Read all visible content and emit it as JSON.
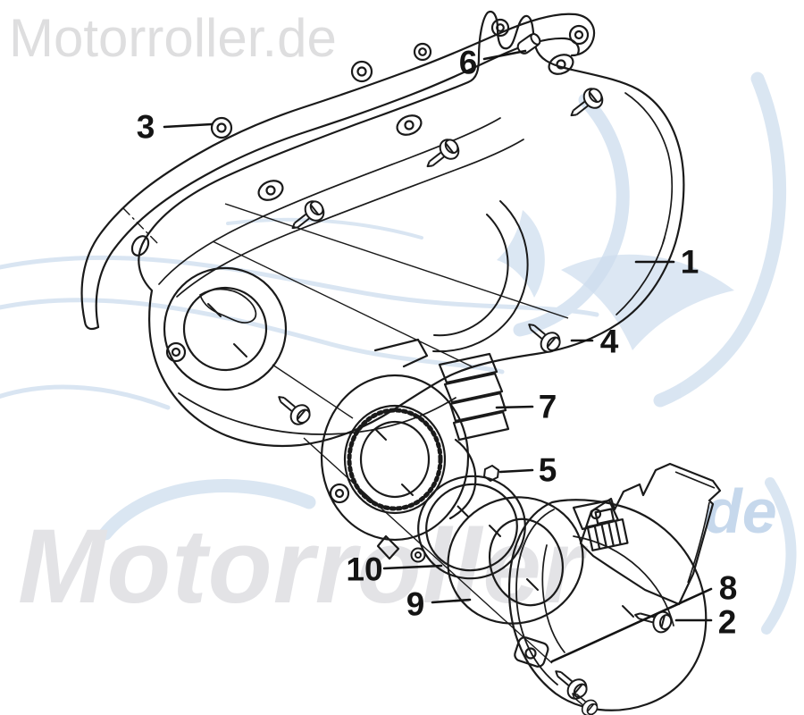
{
  "watermarks": {
    "top_left": "Motorroller.de",
    "bottom_main": "Motorroller",
    "bottom_suffix": "de"
  },
  "colors": {
    "ink": "#1a1a1a",
    "watermark_gray": "#e3e3e6",
    "watermark_blue": "#c7d9ec",
    "background": "#ffffff"
  },
  "callouts": [
    {
      "label": "3"
    },
    {
      "label": "6"
    },
    {
      "label": "1"
    },
    {
      "label": "4"
    },
    {
      "label": "7"
    },
    {
      "label": "5"
    },
    {
      "label": "10"
    },
    {
      "label": "9"
    },
    {
      "label": "8"
    },
    {
      "label": "2"
    }
  ]
}
